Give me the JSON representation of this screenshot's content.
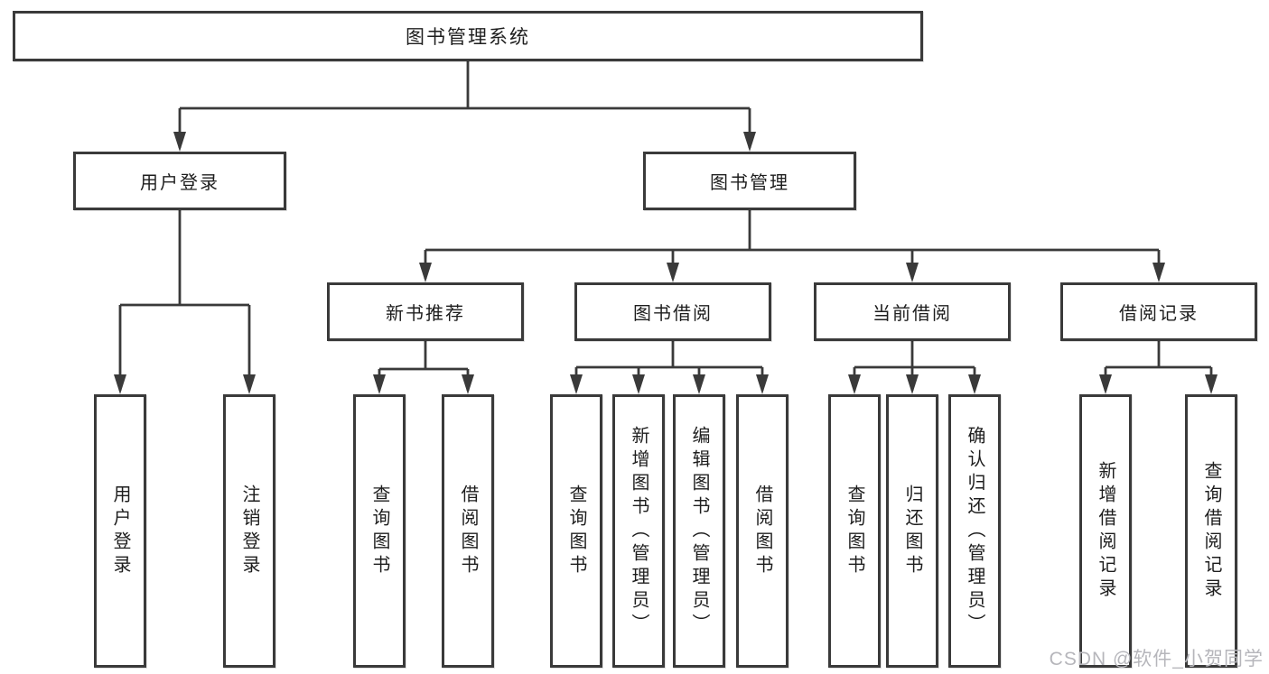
{
  "diagram": {
    "title": "图书管理系统",
    "tree": {
      "label": "图书管理系统",
      "children": [
        {
          "label": "用户登录",
          "children": [
            {
              "label": "用户登录"
            },
            {
              "label": "注销登录"
            }
          ]
        },
        {
          "label": "图书管理",
          "children": [
            {
              "label": "新书推荐",
              "children": [
                {
                  "label": "查询图书"
                },
                {
                  "label": "借阅图书"
                }
              ]
            },
            {
              "label": "图书借阅",
              "children": [
                {
                  "label": "查询图书"
                },
                {
                  "label": "新增图书（管理员）"
                },
                {
                  "label": "编辑图书（管理员）"
                },
                {
                  "label": "借阅图书"
                }
              ]
            },
            {
              "label": "当前借阅",
              "children": [
                {
                  "label": "查询图书"
                },
                {
                  "label": "归还图书"
                },
                {
                  "label": "确认归还（管理员）"
                }
              ]
            },
            {
              "label": "借阅记录",
              "children": [
                {
                  "label": "新增借阅记录"
                },
                {
                  "label": "查询借阅记录"
                }
              ]
            }
          ]
        }
      ]
    },
    "colors": {
      "line": "#3a3a3a",
      "box_border": "#3a3a3a",
      "box_fill": "#ffffff",
      "text": "#1e1e1e",
      "watermark": "#b6b6bb",
      "background": "#ffffff"
    }
  },
  "watermark": {
    "text": "CSDN @软件_小贺同学"
  }
}
